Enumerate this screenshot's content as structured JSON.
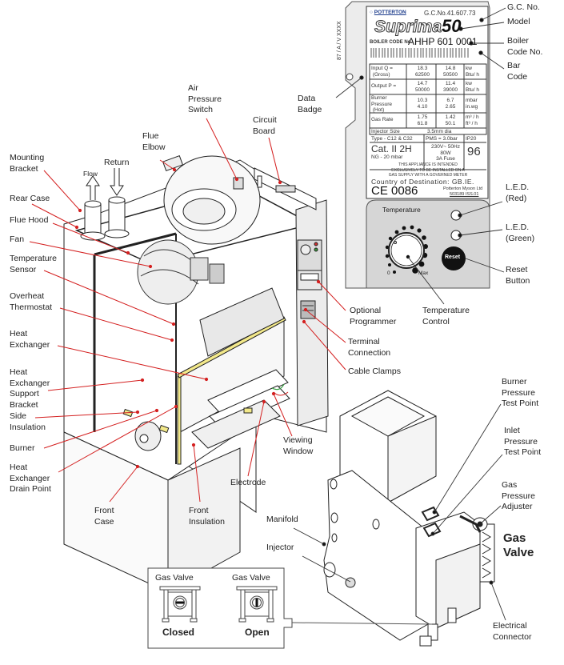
{
  "title": "Potterton Suprima boiler component diagram",
  "colors": {
    "leader_red": "#d42020",
    "leader_black": "#222222",
    "panel_grey": "#d6d6d6",
    "badge_grey": "#e6e6e6",
    "insulation_yellow": "#f3e98a",
    "wire_green": "#2f9a3a",
    "led_red": "#d03030",
    "led_green": "#3a9a3a"
  },
  "labels_left": {
    "mounting_bracket": [
      "Mounting",
      "Bracket"
    ],
    "rear_case": "Rear Case",
    "flue_hood": "Flue Hood",
    "fan": "Fan",
    "temperature_sensor": [
      "Temperature",
      "Sensor"
    ],
    "overheat_thermostat": [
      "Overheat",
      "Thermostat"
    ],
    "heat_exchanger": [
      "Heat",
      "Exchanger"
    ],
    "heat_exchanger_support_bracket": [
      "Heat",
      "Exchanger",
      "Support",
      "Bracket"
    ],
    "side_insulation": [
      "Side",
      "Insulation"
    ],
    "burner": "Burner",
    "heat_exchanger_drain_point": [
      "Heat",
      "Exchanger",
      "Drain Point"
    ],
    "front_case": [
      "Front",
      "Case"
    ],
    "front_insulation": [
      "Front",
      "Insulation"
    ]
  },
  "labels_top": {
    "flow": "Flow",
    "return": "Return",
    "flue_elbow": [
      "Flue",
      "Elbow"
    ],
    "air_pressure_switch": [
      "Air",
      "Pressure",
      "Switch"
    ],
    "circuit_board": [
      "Circuit",
      "Board"
    ],
    "data_badge": [
      "Data",
      "Badge"
    ]
  },
  "labels_right": {
    "gc_no": "G.C. No.",
    "model": "Model",
    "boiler_code_no": [
      "Boiler",
      "Code No."
    ],
    "bar_code": [
      "Bar",
      "Code"
    ],
    "led_red": [
      "L.E.D.",
      "(Red)"
    ],
    "led_green": [
      "L.E.D.",
      "(Green)"
    ],
    "reset_button": [
      "Reset",
      "Button"
    ],
    "optional_programmer": [
      "Optional",
      "Programmer"
    ],
    "temperature_control": [
      "Temperature",
      "Control"
    ],
    "terminal_connection": [
      "Terminal",
      "Connection"
    ],
    "cable_clamps": "Cable Clamps",
    "viewing_window": [
      "Viewing",
      "Window"
    ],
    "electrode": "Electrode"
  },
  "gas_valve": {
    "title": [
      "Gas",
      "Valve"
    ],
    "burner_pressure_test_point": [
      "Burner",
      "Pressure",
      "Test Point"
    ],
    "inlet_pressure_test_point": [
      "Inlet",
      "Pressure",
      "Test Point"
    ],
    "gas_pressure_adjuster": [
      "Gas",
      "Pressure",
      "Adjuster"
    ],
    "electrical_connector": [
      "Electrical",
      "Connector"
    ],
    "manifold": "Manifold",
    "injector": "Injector"
  },
  "valve_states": [
    {
      "caption": "Gas Valve",
      "state": "Closed"
    },
    {
      "caption": "Gas Valve",
      "state": "Open"
    }
  ],
  "badge": {
    "side_code": "87 / A / V XXXX",
    "brand": "POTTERTON",
    "gc_number": "G.C.No.41.607.73",
    "product": "Suprima",
    "model_number": "50",
    "boiler_code_label": "BOILER CODE No.",
    "boiler_code": "AHHP 601 0001",
    "table": [
      {
        "label": [
          "Input Q =",
          "(Gross)"
        ],
        "v1": [
          "18.3",
          "62500"
        ],
        "v2": [
          "14.8",
          "50500"
        ],
        "unit": [
          "kw",
          "Btu/ h"
        ]
      },
      {
        "label": [
          "Output P ="
        ],
        "v1": [
          "14.7",
          "50000"
        ],
        "v2": [
          "11.4",
          "39000"
        ],
        "unit": [
          "kw",
          "Btu/ h"
        ]
      },
      {
        "label": [
          "Burner",
          "Pressure",
          "(Hot)"
        ],
        "v1": [
          "10.3",
          "4.10"
        ],
        "v2": [
          "6.7",
          "2.65"
        ],
        "unit": [
          "mbar",
          "in.wg"
        ]
      },
      {
        "label": [
          "Gas Rate"
        ],
        "v1": [
          "1.75",
          "61.8"
        ],
        "v2": [
          "1.42",
          "50.1"
        ],
        "unit": [
          "m³ / h",
          "ft³ / h"
        ]
      }
    ],
    "injector_size_label": "Injector Size",
    "injector_size": "3.5mm dia",
    "type": "Type - C12 & C32",
    "pms": "PMS = 3.0bar",
    "ip": "IP20",
    "category": "Cat. II 2H",
    "gas": "NG - 20 mbar",
    "electrical": [
      "230V~ 50Hz",
      "80W",
      "3A Fuse"
    ],
    "year": "96",
    "notice": [
      "THIS APPLIANCE IS INTENDED",
      "EXCLUSIVELY TO BE INSTALLED ON A",
      "GAS SUPPLY WITH A GOVERNED METER"
    ],
    "destination": "Country of Destination: GB.IE.",
    "ce_mark": "CE 0086",
    "manufacturer": "Potterton Myson Ltd",
    "ref": "503189  ISS.01"
  },
  "control_panel": {
    "temperature_label": "Temperature",
    "dial_min": "0",
    "dial_max": "Max",
    "reset_label": "Reset"
  }
}
